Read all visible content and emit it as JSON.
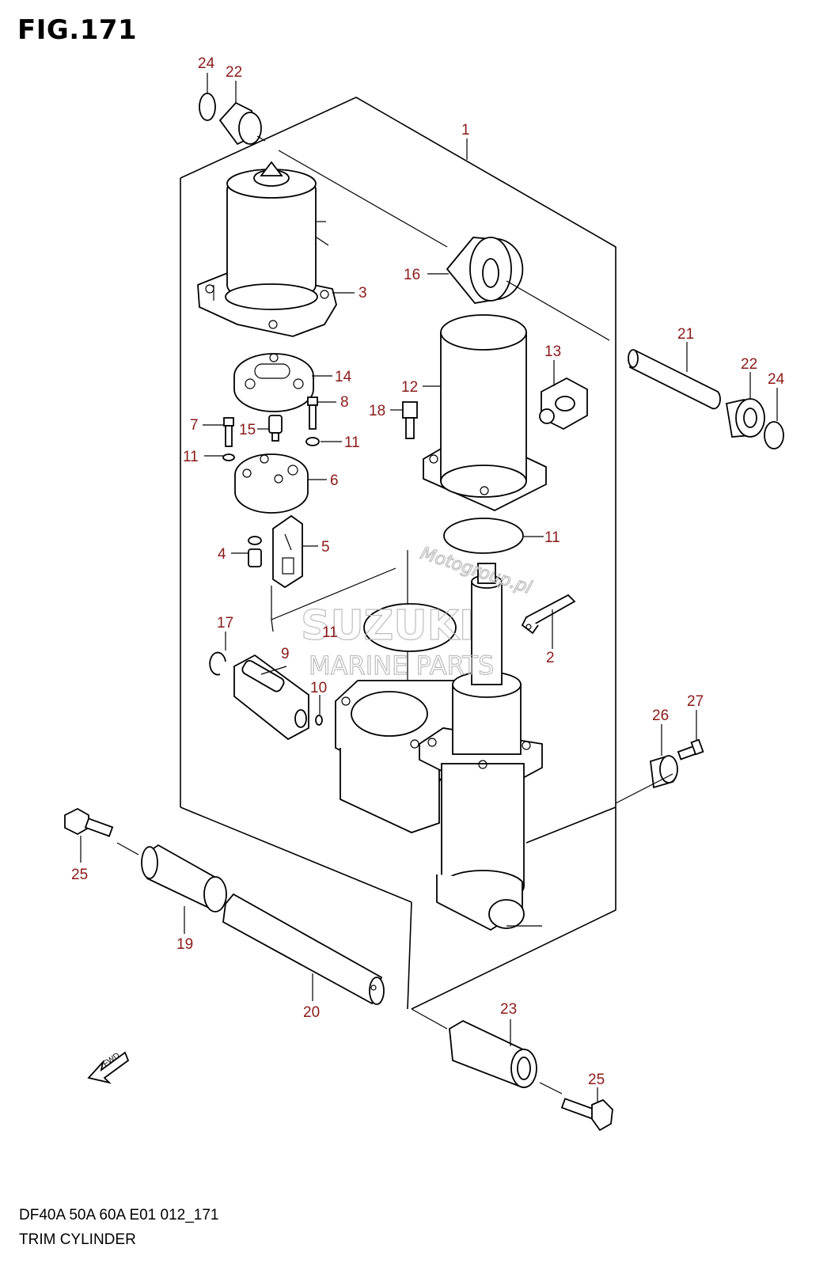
{
  "figure": {
    "title": "FIG.171",
    "model_line": "DF40A 50A 60A E01 012_171",
    "caption": "TRIM CYLINDER"
  },
  "watermarks": {
    "brand": "SUZUKI",
    "sub": "MARINE PARTS",
    "site": "Motogroup.pl"
  },
  "fwd_label": "FWD",
  "callouts": {
    "c1": "1",
    "c2": "2",
    "c3": "3",
    "c4": "4",
    "c5": "5",
    "c6": "6",
    "c7": "7",
    "c8": "8",
    "c9": "9",
    "c10": "10",
    "c11a": "11",
    "c11b": "11",
    "c11c": "11",
    "c11d": "11",
    "c12": "12",
    "c13": "13",
    "c14": "14",
    "c15": "15",
    "c16": "16",
    "c17": "17",
    "c18": "18",
    "c19": "19",
    "c20": "20",
    "c21": "21",
    "c22a": "22",
    "c22b": "22",
    "c23": "23",
    "c24a": "24",
    "c24b": "24",
    "c25a": "25",
    "c25b": "25",
    "c26": "26",
    "c27": "27"
  },
  "colors": {
    "callout": "#8b1a1a",
    "line": "#000000",
    "watermark": "#bdbdbd"
  }
}
